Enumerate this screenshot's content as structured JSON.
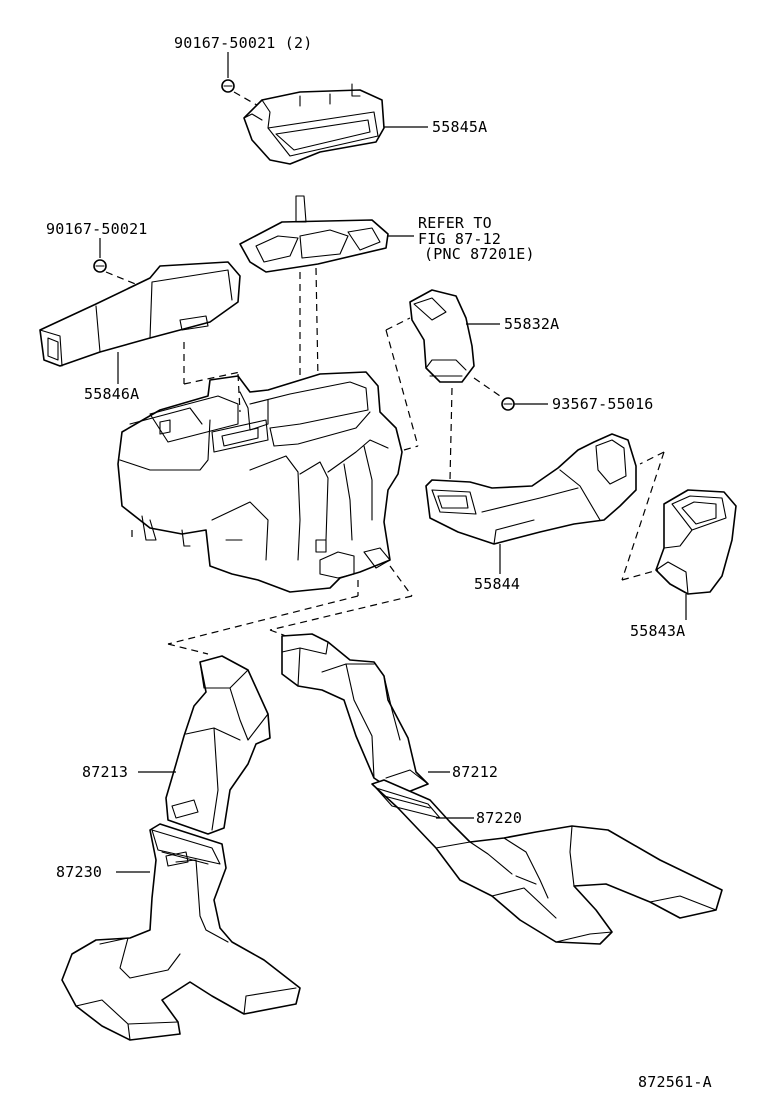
{
  "labels": {
    "screw_top": "90167-50021 (2)",
    "part_55845a": "55845A",
    "screw_left": "90167-50021",
    "refer_line1": "REFER TO",
    "refer_line2": "FIG 87-12",
    "refer_line3": "(PNC 87201E)",
    "part_55832a": "55832A",
    "part_55846a": "55846A",
    "screw_right": "93567-55016",
    "part_55844": "55844",
    "part_55843a": "55843A",
    "part_87213": "87213",
    "part_87212": "87212",
    "part_87220": "87220",
    "part_87230": "87230",
    "figure_id": "872561-A"
  }
}
